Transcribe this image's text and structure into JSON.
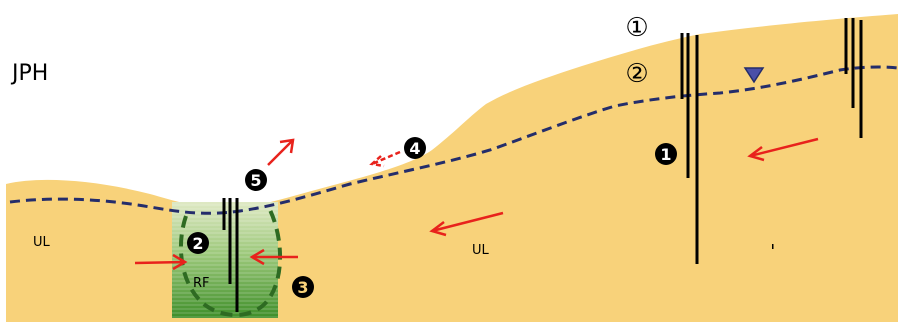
{
  "diagram": {
    "title": "JPH",
    "zone_labels": {
      "left_upland": "UL",
      "center_upland": "UL",
      "restored_feature": "RF"
    },
    "circled_outline_numbers": [
      "①",
      "②"
    ],
    "black_markers": [
      "1",
      "2",
      "3",
      "4",
      "5"
    ],
    "colors": {
      "soil": "#f8d27a",
      "wetland_green": "#3f8f2a",
      "water_table": "#242d6b",
      "flow_arrow": "#e8221c",
      "well_casing": "#000000",
      "water_marker": "#4a4fa8"
    }
  }
}
